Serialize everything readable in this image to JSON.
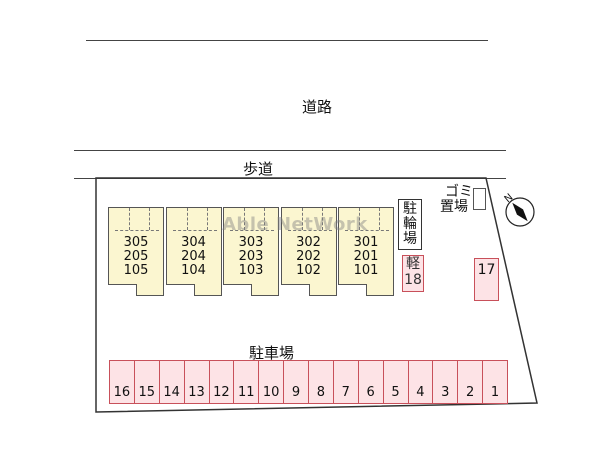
{
  "road": {
    "label": "道路"
  },
  "sidewalk": {
    "label": "歩道"
  },
  "buildings": [
    {
      "rooms": [
        "305",
        "205",
        "105"
      ]
    },
    {
      "rooms": [
        "304",
        "204",
        "104"
      ]
    },
    {
      "rooms": [
        "303",
        "203",
        "103"
      ]
    },
    {
      "rooms": [
        "302",
        "202",
        "102"
      ]
    },
    {
      "rooms": [
        "301",
        "201",
        "101"
      ]
    }
  ],
  "watermark": "Able NetWork",
  "bicycle_parking": {
    "label": [
      "駐",
      "輪",
      "場"
    ]
  },
  "garbage": {
    "label_line1": "ゴミ",
    "label_line2": "置場"
  },
  "kei_parking": {
    "label": "軽",
    "number": "18"
  },
  "parking_17": {
    "number": "17"
  },
  "parking": {
    "label": "駐車場",
    "slots": [
      "16",
      "15",
      "14",
      "13",
      "12",
      "11",
      "10",
      "9",
      "8",
      "7",
      "6",
      "5",
      "4",
      "3",
      "2",
      "1"
    ]
  },
  "compass": {
    "label": "N"
  },
  "colors": {
    "building_fill": "#fbf6d0",
    "parking_fill": "#fde3e6",
    "parking_border": "#c8505a",
    "line": "#444444"
  }
}
